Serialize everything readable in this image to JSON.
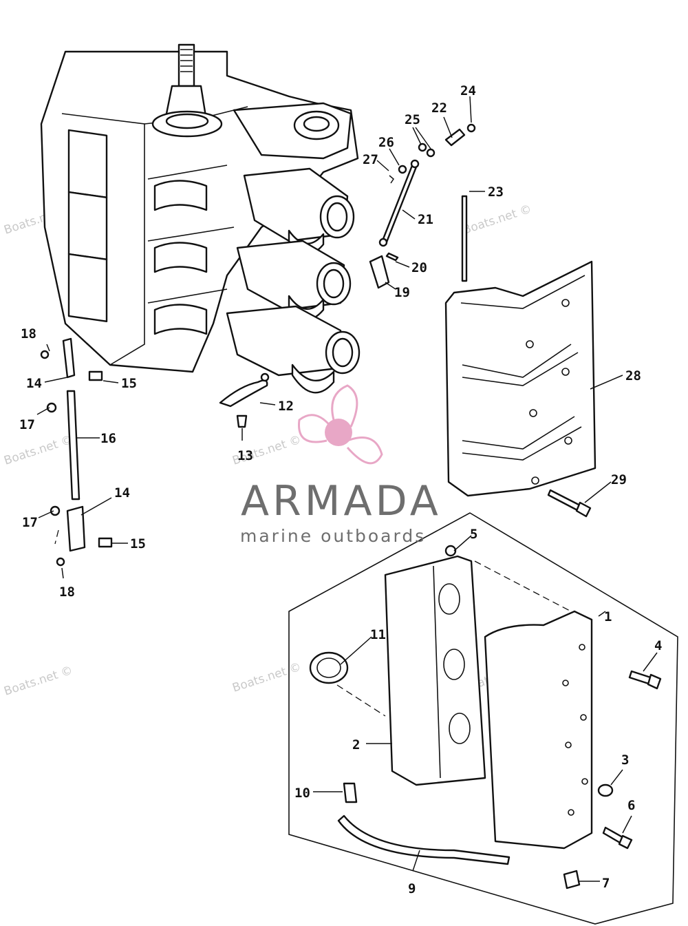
{
  "watermark": "Boats.net ©",
  "brand": {
    "name": "ARMADA",
    "tagline": "marine outboards",
    "accent_color": "#e8a7c6",
    "text_color": "#6e6e6e"
  },
  "callouts": {
    "c1": "1",
    "c2": "2",
    "c3": "3",
    "c4": "4",
    "c5": "5",
    "c6": "6",
    "c7": "7",
    "c9": "9",
    "c10": "10",
    "c11": "11",
    "c12": "12",
    "c13": "13",
    "c14a": "14",
    "c14b": "14",
    "c15a": "15",
    "c15b": "15",
    "c16": "16",
    "c17a": "17",
    "c17b": "17",
    "c18a": "18",
    "c18b": "18",
    "c19": "19",
    "c20": "20",
    "c21": "21",
    "c22": "22",
    "c23": "23",
    "c24": "24",
    "c25": "25",
    "c26": "26",
    "c27": "27",
    "c28": "28",
    "c29": "29"
  }
}
